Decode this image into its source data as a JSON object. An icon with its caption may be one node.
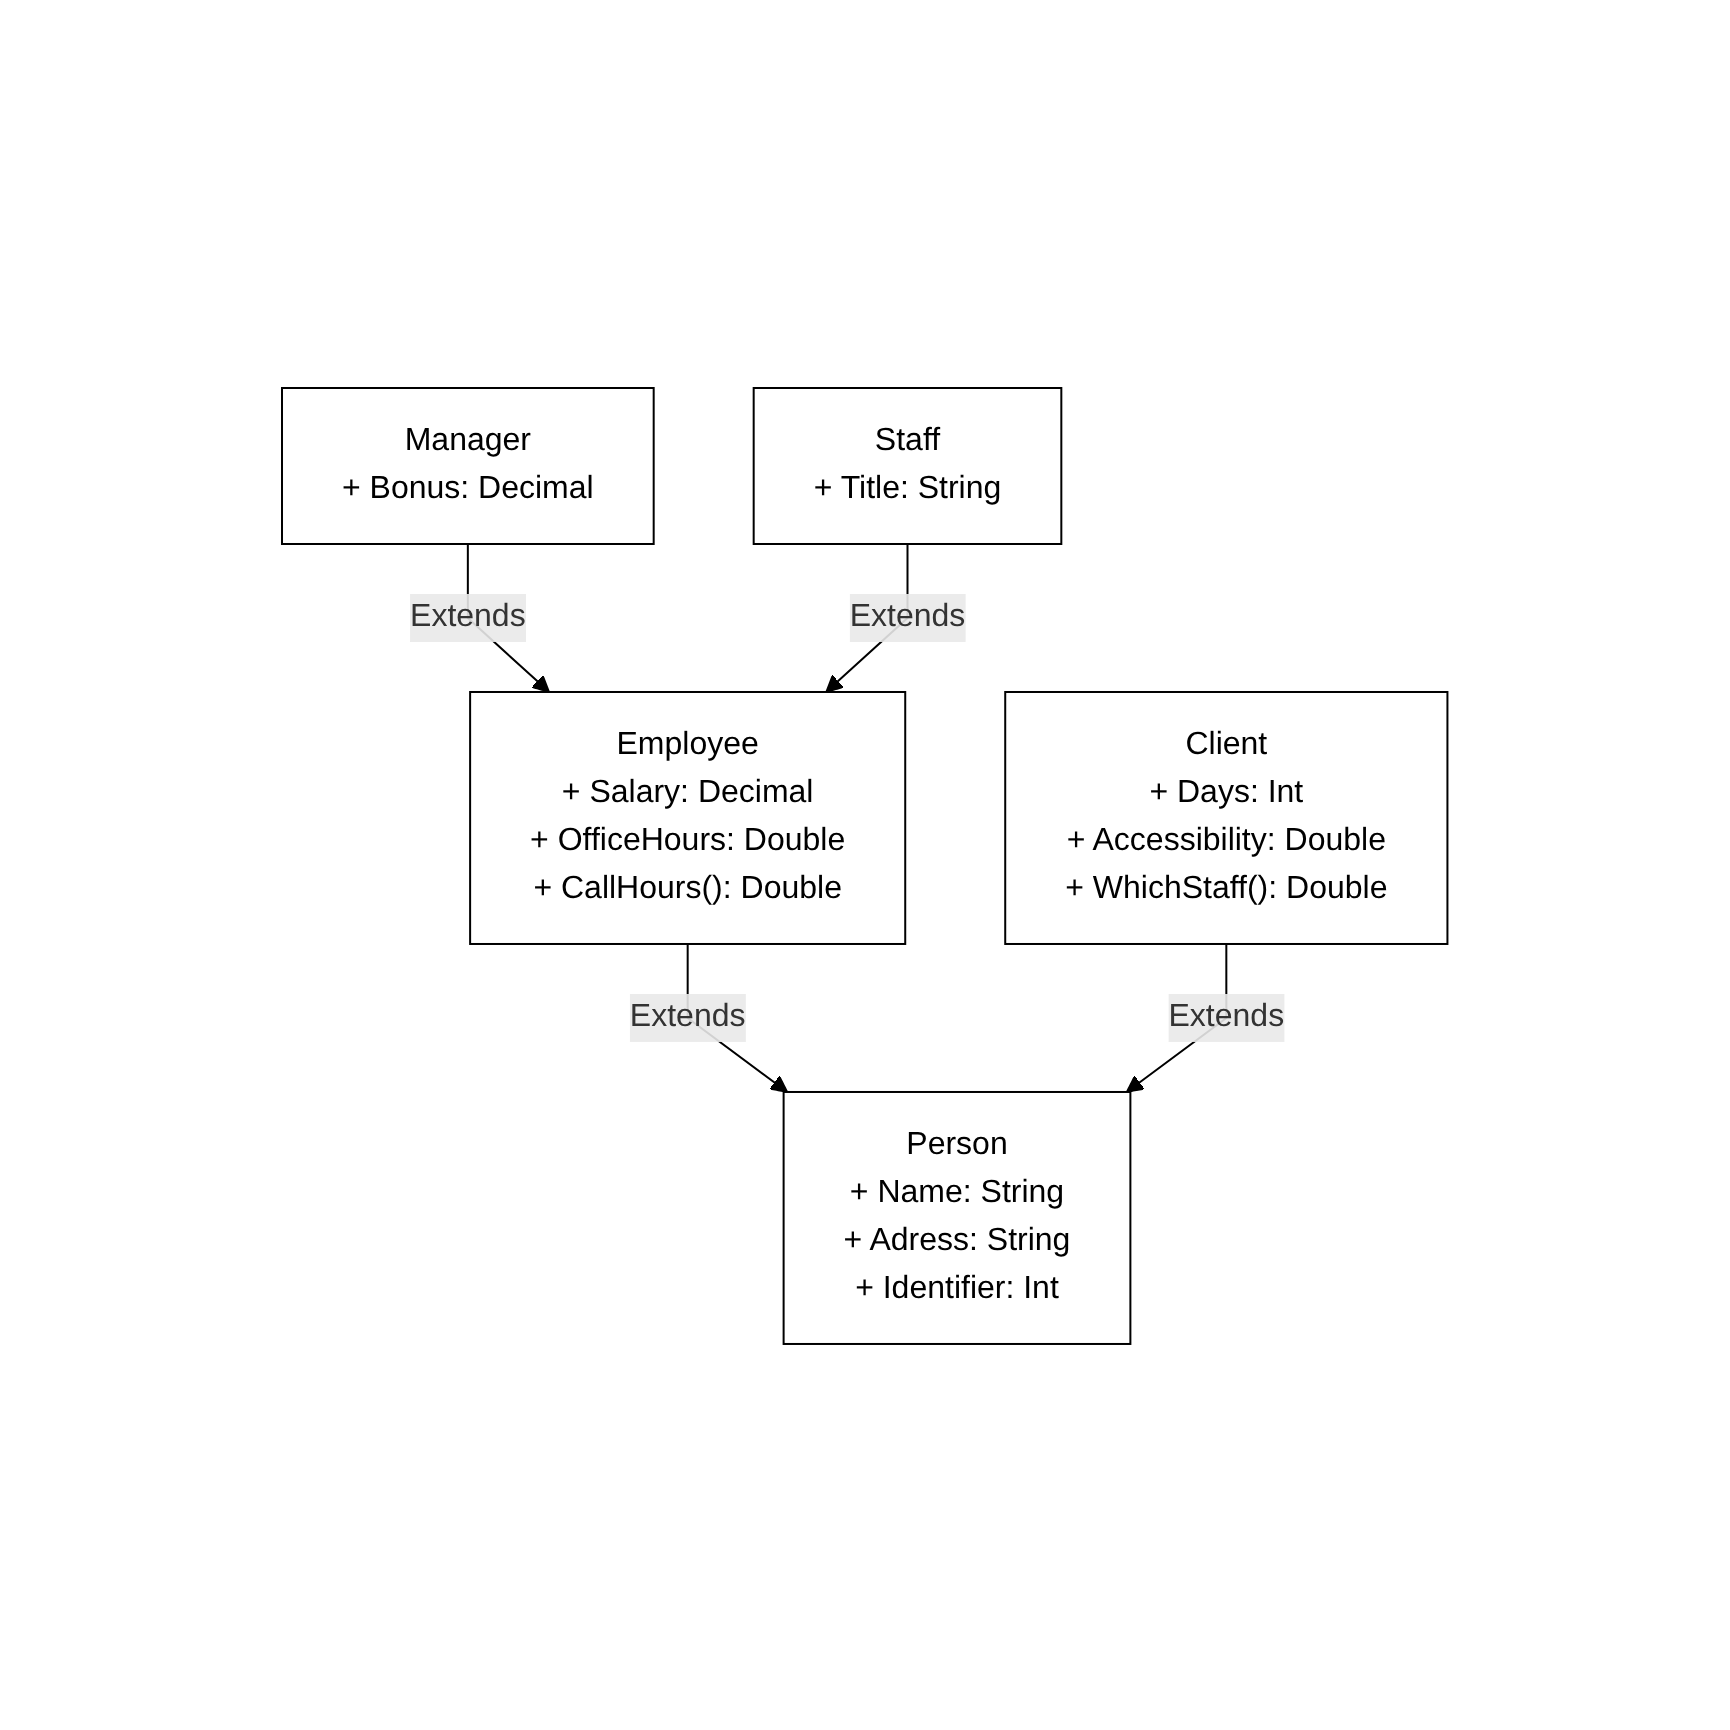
{
  "diagram": {
    "nodes": [
      {
        "text": [
          "Person",
          "+ Name: String",
          "+ Adress: String",
          "+ Identifier: Int"
        ]
      },
      {
        "text": [
          "Employee",
          "+ Salary: Decimal",
          "+ OfficeHours: Double",
          "+ CallHours(): Double"
        ]
      },
      {
        "text": [
          "Manager",
          "+ Bonus: Decimal"
        ]
      },
      {
        "text": [
          "Staff",
          "+ Title: String"
        ]
      },
      {
        "text": [
          "Client",
          "+ Days: Int",
          "+ Accessibility: Double",
          "+ WhichStaff(): Double"
        ]
      }
    ],
    "edges": [
      {
        "from": 1,
        "to": 0,
        "arrow": "to",
        "label": "Extends"
      },
      {
        "from": 4,
        "to": 0,
        "arrow": "to",
        "label": "Extends"
      },
      {
        "from": 2,
        "to": 1,
        "arrow": "to",
        "label": "Extends"
      },
      {
        "from": 3,
        "to": 1,
        "arrow": "to",
        "label": "Extends"
      }
    ]
  }
}
